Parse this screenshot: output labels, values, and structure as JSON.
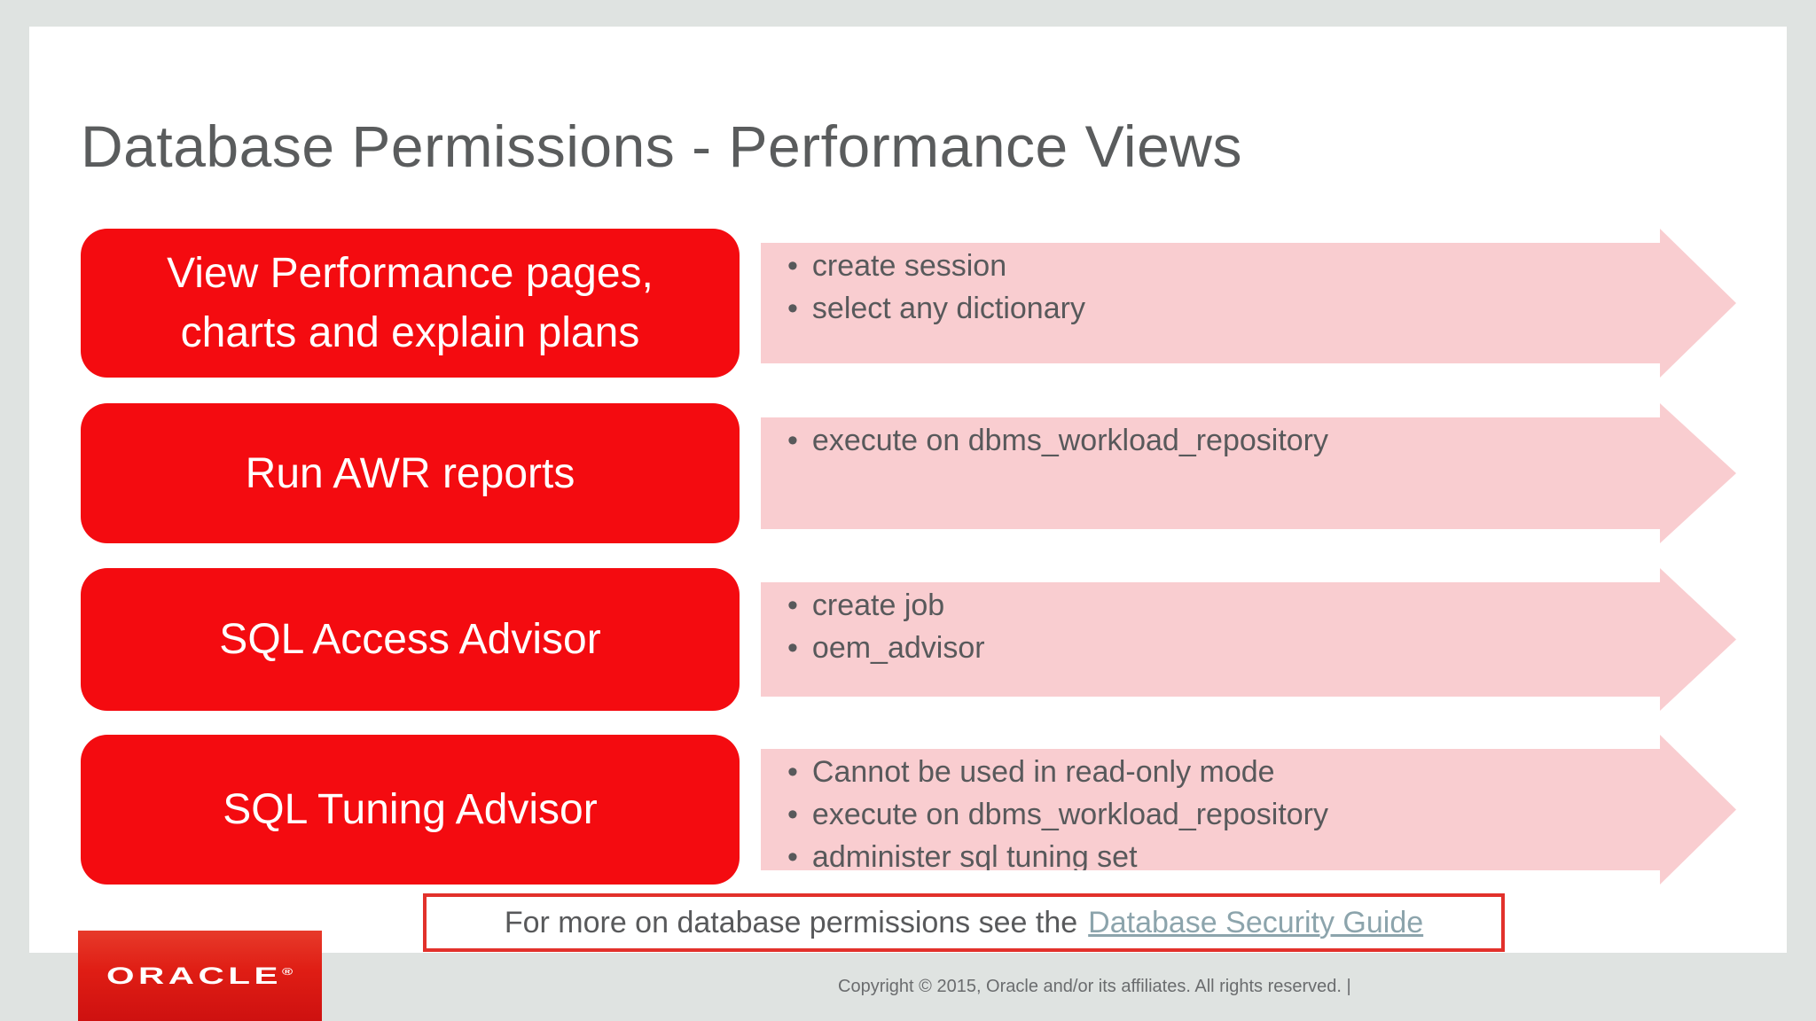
{
  "title": "Database Permissions - Performance Views",
  "rows": [
    {
      "label_lines": [
        "View Performance pages,",
        "charts and explain plans"
      ],
      "bullets": [
        "create session",
        "select any dictionary"
      ]
    },
    {
      "label_lines": [
        "Run AWR reports"
      ],
      "bullets": [
        "execute on dbms_workload_repository"
      ]
    },
    {
      "label_lines": [
        "SQL Access Advisor"
      ],
      "bullets": [
        "create job",
        "oem_advisor"
      ]
    },
    {
      "label_lines": [
        "SQL Tuning Advisor"
      ],
      "bullets": [
        "Cannot be used in read-only mode",
        "execute on dbms_workload_repository",
        "administer sql tuning set"
      ]
    }
  ],
  "note": {
    "prefix": "For more on database permissions see the",
    "link_text": "Database Security Guide"
  },
  "footer": {
    "logo_text": "ORACLE",
    "registered_mark": "®",
    "copyright": "Copyright © 2015, Oracle and/or its affiliates. All rights reserved.  |"
  },
  "colors": {
    "accent_red": "#f40b10",
    "arrow_pink": "#f9cdd0",
    "note_border_red": "#e2312b",
    "link_color": "#8ca4ac",
    "text_gray": "#58595b",
    "title_gray": "#5a5c5d",
    "background_gray": "#dfe3e1",
    "logo_red": "#df1d14"
  }
}
